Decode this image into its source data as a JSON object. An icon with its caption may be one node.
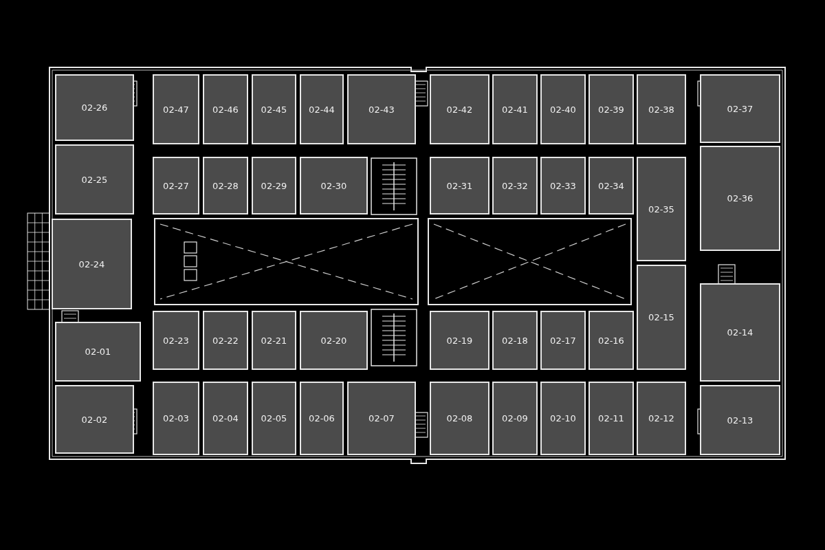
{
  "diagram": {
    "nodes": [
      {
        "text": [
          "02-26"
        ]
      },
      {
        "text": [
          "02-47"
        ]
      },
      {
        "text": [
          "02-46"
        ]
      },
      {
        "text": [
          "02-45"
        ]
      },
      {
        "text": [
          "02-44"
        ]
      },
      {
        "text": [
          "02-43"
        ]
      },
      {
        "text": [
          "02-42"
        ]
      },
      {
        "text": [
          "02-41"
        ]
      },
      {
        "text": [
          "02-40"
        ]
      },
      {
        "text": [
          "02-39"
        ]
      },
      {
        "text": [
          "02-38"
        ]
      },
      {
        "text": [
          "02-37"
        ]
      },
      {
        "text": [
          "02-25"
        ]
      },
      {
        "text": [
          "02-27"
        ]
      },
      {
        "text": [
          "02-28"
        ]
      },
      {
        "text": [
          "02-29"
        ]
      },
      {
        "text": [
          "02-30"
        ]
      },
      {
        "text": [
          "02-31"
        ]
      },
      {
        "text": [
          "02-32"
        ]
      },
      {
        "text": [
          "02-33"
        ]
      },
      {
        "text": [
          "02-34"
        ]
      },
      {
        "text": [
          "02-35"
        ]
      },
      {
        "text": [
          "02-36"
        ]
      },
      {
        "text": [
          "02-24"
        ]
      },
      {
        "text": [
          "02-15"
        ]
      },
      {
        "text": [
          "02-14"
        ]
      },
      {
        "text": [
          "02-01"
        ]
      },
      {
        "text": [
          "02-23"
        ]
      },
      {
        "text": [
          "02-22"
        ]
      },
      {
        "text": [
          "02-21"
        ]
      },
      {
        "text": [
          "02-20"
        ]
      },
      {
        "text": [
          "02-19"
        ]
      },
      {
        "text": [
          "02-18"
        ]
      },
      {
        "text": [
          "02-17"
        ]
      },
      {
        "text": [
          "02-16"
        ]
      },
      {
        "text": [
          "02-02"
        ]
      },
      {
        "text": [
          "02-03"
        ]
      },
      {
        "text": [
          "02-04"
        ]
      },
      {
        "text": [
          "02-05"
        ]
      },
      {
        "text": [
          "02-06"
        ]
      },
      {
        "text": [
          "02-07"
        ]
      },
      {
        "text": [
          "02-08"
        ]
      },
      {
        "text": [
          "02-09"
        ]
      },
      {
        "text": [
          "02-10"
        ]
      },
      {
        "text": [
          "02-11"
        ]
      },
      {
        "text": [
          "02-12"
        ]
      },
      {
        "text": [
          "02-13"
        ]
      }
    ]
  }
}
